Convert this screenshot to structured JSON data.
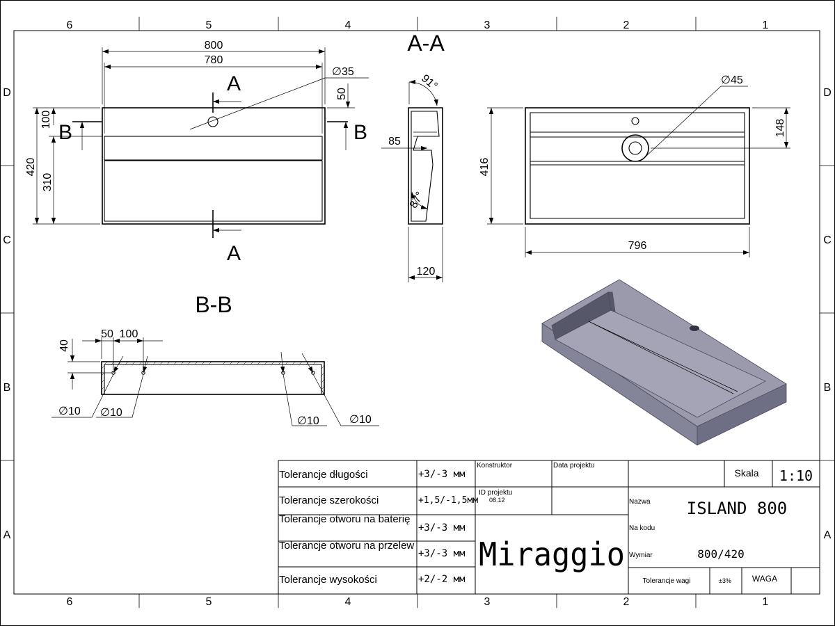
{
  "grid": {
    "columns": [
      "6",
      "5",
      "4",
      "3",
      "2",
      "1"
    ],
    "rows": [
      "D",
      "C",
      "B",
      "A"
    ]
  },
  "views": {
    "section_aa": {
      "title": "A-A",
      "dims": {
        "width_outer": "800",
        "width_inner": "780",
        "hole_diameter": "∅35",
        "hole_offset": "50",
        "left_top": "100",
        "height_total": "420",
        "height_basin": "310",
        "cut_label": "A",
        "side_label": "B"
      }
    },
    "side": {
      "angle_top": "91°",
      "depth": "85",
      "angle_bottom": "87°",
      "thickness": "120"
    },
    "top": {
      "hole_diameter": "∅45",
      "offset": "148",
      "height": "416",
      "width": "796"
    },
    "section_bb": {
      "title": "B-B",
      "dims": {
        "depth": "40",
        "d1": "50",
        "d2": "100",
        "holes": [
          "∅10",
          "∅10",
          "∅10",
          "∅10"
        ]
      }
    }
  },
  "title_block": {
    "tolerances": [
      {
        "label": "Tolerancje długości",
        "value": "+3/-3 мм"
      },
      {
        "label": "Tolerancje szerokości",
        "value": "+1,5/-1,5мм"
      },
      {
        "label": "Tolerancje otworu na baterię",
        "value": "+3/-3 мм"
      },
      {
        "label": "Tolerancje otworu na przelew",
        "value": "+3/-3 мм"
      },
      {
        "label": "Tolerancje wysokości",
        "value": "+2/-2 мм"
      }
    ],
    "konstruktor_label": "Konstruktor",
    "data_projektu_label": "Data projektu",
    "id_projektu_label": "ID projektu",
    "id_projektu_value": "08.12",
    "brand": "Miraggio",
    "skala_label": "Skala",
    "skala_value": "1:10",
    "nazwa_label": "Nazwa",
    "nazwa_value": "ISLAND 800",
    "na_kodu_label": "Na kodu",
    "wymiar_label": "Wymiar",
    "wymiar_value": "800/420",
    "tol_wagi_label": "Tolerancje wagi",
    "tol_wagi_value": "±3%",
    "waga_label": "WAGA"
  },
  "colors": {
    "line": "#000000",
    "render_top": "#9a9aac",
    "render_front": "#85859a",
    "render_side": "#6e6e84",
    "render_inner": "#a4a4b6",
    "render_inner_wall": "#57576a"
  }
}
